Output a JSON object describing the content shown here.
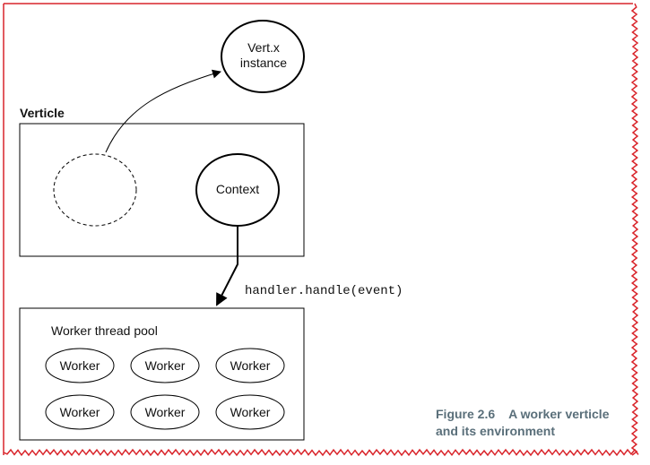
{
  "diagram": {
    "vertx_instance": {
      "line1": "Vert.x",
      "line2": "instance"
    },
    "verticle_label": "Verticle",
    "context_label": "Context",
    "call_label": "handler.handle(event)",
    "pool_label": "Worker thread pool",
    "workers": [
      "Worker",
      "Worker",
      "Worker",
      "Worker",
      "Worker",
      "Worker"
    ]
  },
  "caption": {
    "line1": "Figure 2.6    A worker verticle",
    "line2": "and its environment"
  },
  "colors": {
    "border": "#d9252b",
    "stroke": "#000000",
    "caption": "#5a6f7a"
  }
}
